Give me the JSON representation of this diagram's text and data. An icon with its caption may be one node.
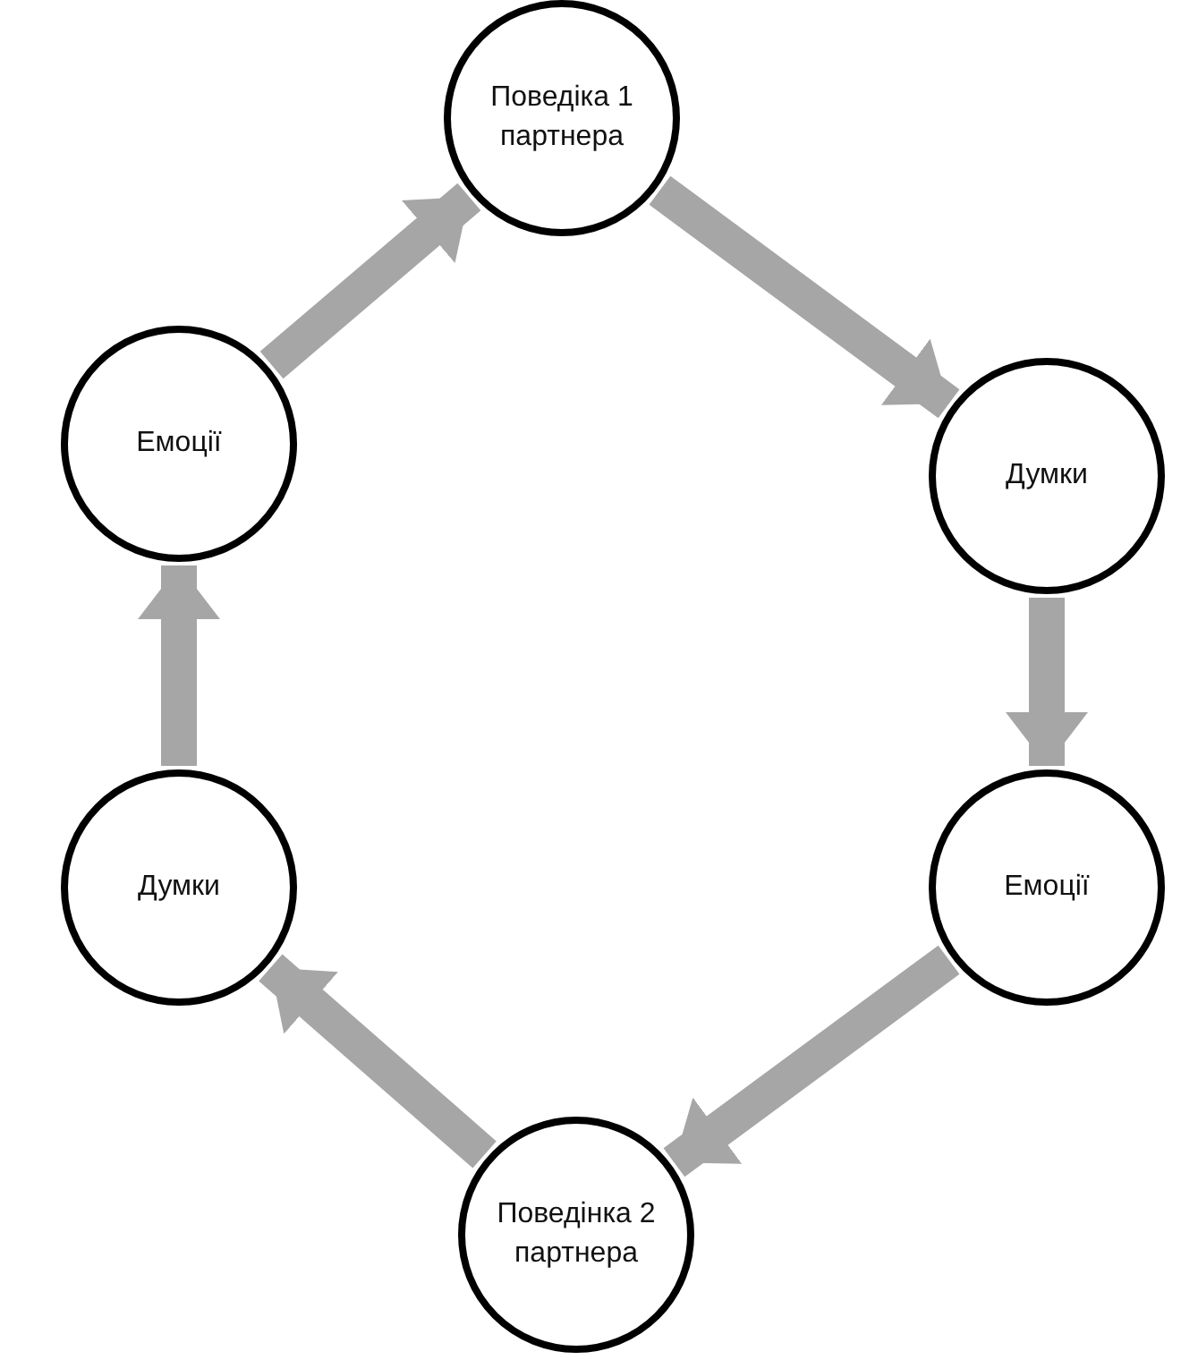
{
  "diagram": {
    "nodes": [
      {
        "text": [
          "Поведіка 1 партнера"
        ]
      },
      {
        "text": [
          "Думки"
        ]
      },
      {
        "text": [
          "Емоції"
        ]
      },
      {
        "text": [
          "Поведінка 2 партнера"
        ]
      },
      {
        "text": [
          "Думки"
        ]
      },
      {
        "text": [
          "Емоції"
        ]
      }
    ],
    "edges": [
      {
        "from": 0,
        "to": 1,
        "arrow": "to"
      },
      {
        "from": 1,
        "to": 2,
        "arrow": "to"
      },
      {
        "from": 2,
        "to": 3,
        "arrow": "to"
      },
      {
        "from": 3,
        "to": 4,
        "arrow": "to"
      },
      {
        "from": 4,
        "to": 5,
        "arrow": "to"
      },
      {
        "from": 5,
        "to": 0,
        "arrow": "to"
      }
    ]
  }
}
